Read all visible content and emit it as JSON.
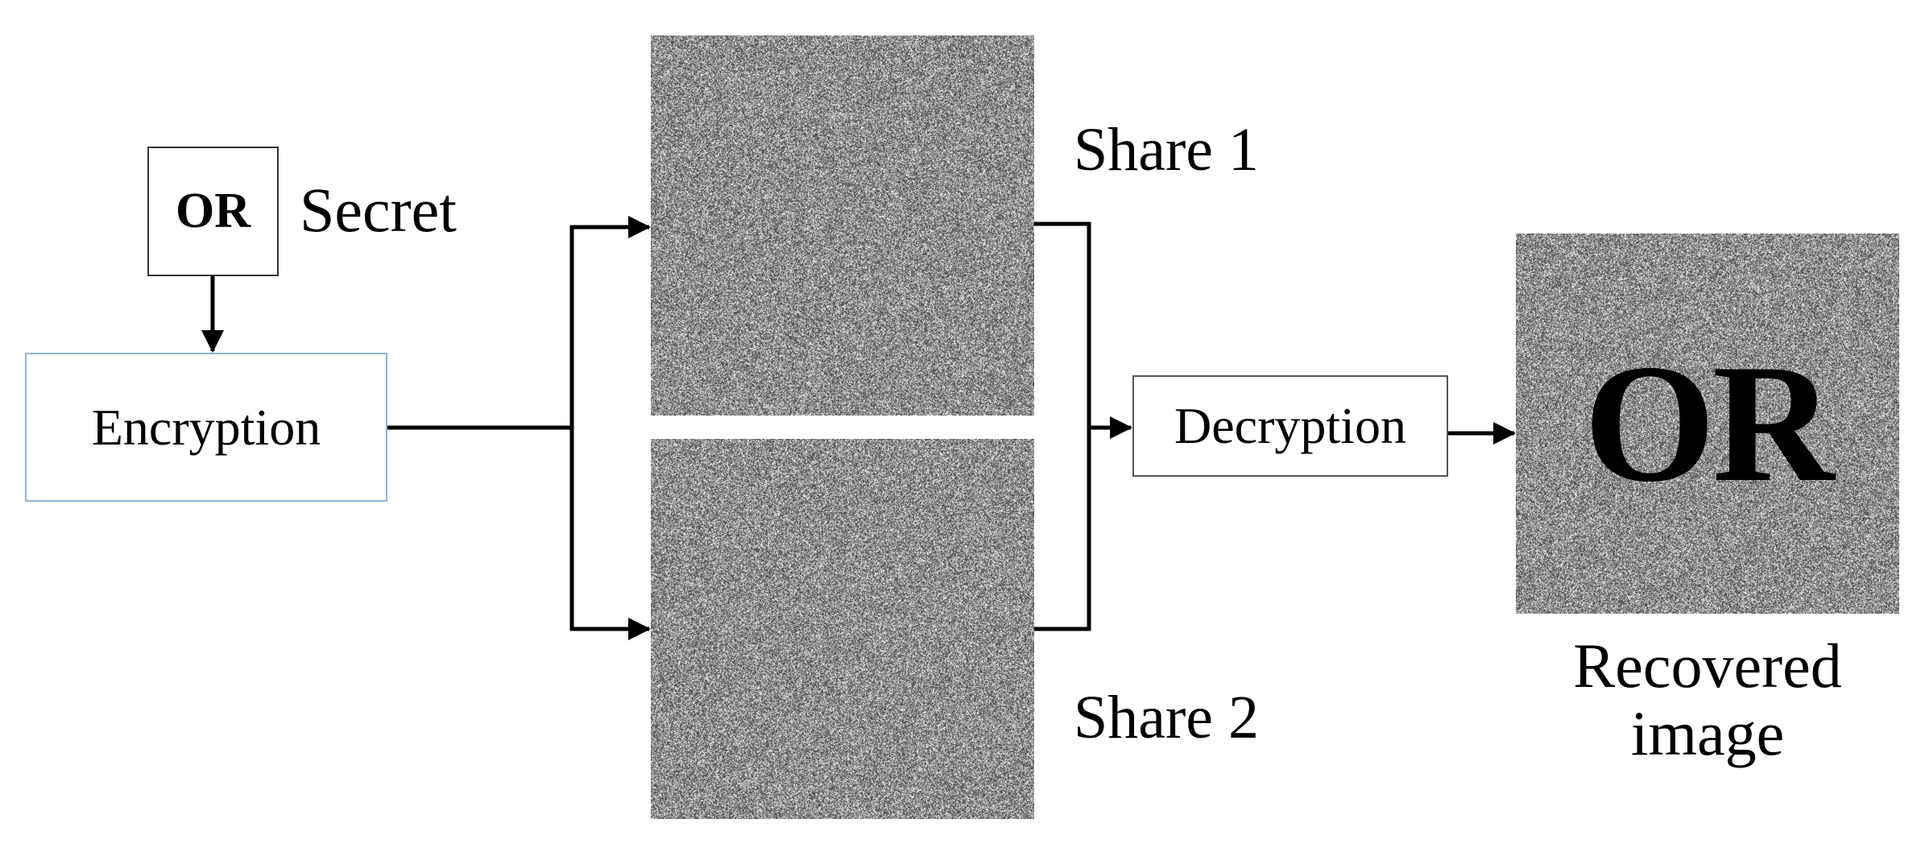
{
  "secret": {
    "box_text": "OR",
    "label": "Secret"
  },
  "encryption": {
    "label": "Encryption"
  },
  "shares": [
    {
      "label": "Share 1"
    },
    {
      "label": "Share 2"
    }
  ],
  "decryption": {
    "label": "Decryption"
  },
  "recovered": {
    "overlay_text": "OR",
    "label": "Recovered image"
  },
  "colors": {
    "encryption_border": "#8fb3d9",
    "arrows": "#000000"
  }
}
